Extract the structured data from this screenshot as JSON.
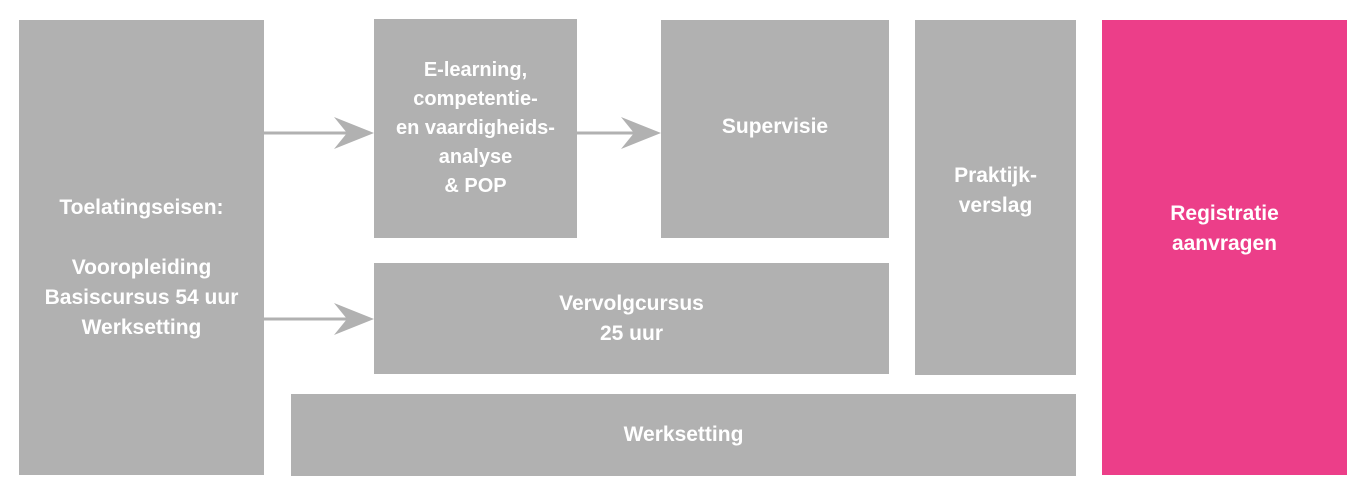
{
  "colors": {
    "box": "#b1b1b1",
    "highlight": "#ec3e89",
    "text": "#ffffff",
    "arrow": "#b1b1b1"
  },
  "boxes": {
    "toelatingseisen": "Toelatingseisen:\n\nVooropleiding\nBasiscursus 54 uur\nWerksetting",
    "elearning": "E-learning,\ncompetentie-\nen vaardigheids-\nanalyse\n& POP",
    "supervisie": "Supervisie",
    "vervolgcursus": "Vervolgcursus\n25 uur",
    "praktijkverslag": "Praktijk-\nverslag",
    "werksetting": "Werksetting",
    "registratie": "Registratie\naanvragen"
  },
  "arrows": [
    {
      "from": "toelatingseisen",
      "to": "elearning"
    },
    {
      "from": "elearning",
      "to": "supervisie"
    },
    {
      "from": "toelatingseisen",
      "to": "vervolgcursus"
    }
  ]
}
